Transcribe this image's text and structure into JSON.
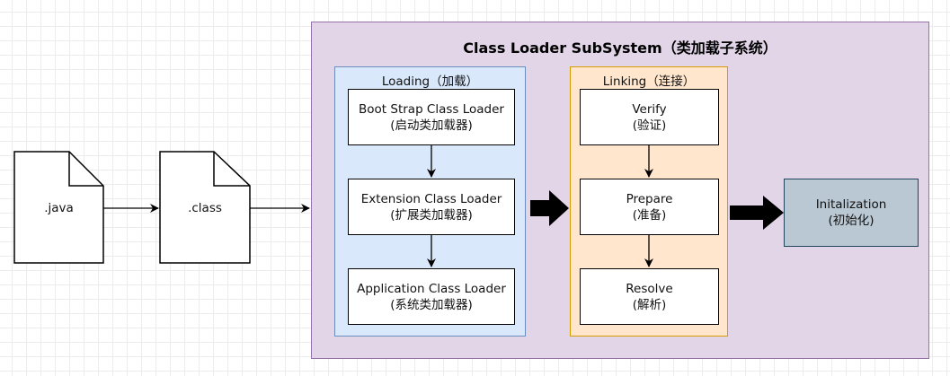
{
  "subsystem": {
    "title": "Class Loader SubSystem（类加载子系统）"
  },
  "files": {
    "java": ".java",
    "class": ".class"
  },
  "loading": {
    "title": "Loading（加载）",
    "items": [
      {
        "en": "Boot Strap Class Loader",
        "zh": "(启动类加载器)"
      },
      {
        "en": "Extension Class Loader",
        "zh": "(扩展类加载器)"
      },
      {
        "en": "Application Class Loader",
        "zh": "(系统类加载器)"
      }
    ]
  },
  "linking": {
    "title": "Linking（连接）",
    "items": [
      {
        "en": "Verify",
        "zh": "(验证)"
      },
      {
        "en": "Prepare",
        "zh": "(准备)"
      },
      {
        "en": "Resolve",
        "zh": "(解析)"
      }
    ]
  },
  "init": {
    "en": "Initalization",
    "zh": "(初始化)"
  },
  "colors": {
    "subsystem_fill": "#e1d5e7",
    "subsystem_border": "#9673a6",
    "loading_fill": "#dae8fc",
    "loading_border": "#6c8ebf",
    "linking_fill": "#ffe6cc",
    "linking_border": "#d79b00",
    "init_fill": "#bac8d3",
    "init_border": "#23445d"
  }
}
